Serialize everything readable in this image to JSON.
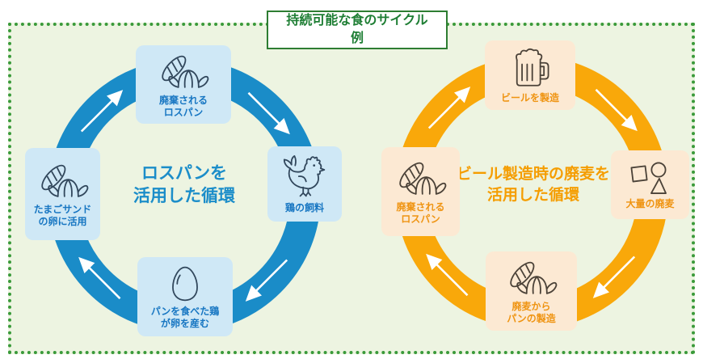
{
  "title": {
    "text": "持続可能な食のサイクル\n例"
  },
  "colors": {
    "panel_background": "#EDF4E1",
    "dotted_border_green": "#3A9A3A",
    "title_green": "#1E7E34",
    "bread_ring_blue": "#1A8CC8",
    "bread_card_blue": "#CFE8F6",
    "bread_label_blue": "#1776C2",
    "bread_center_blue": "#1B8DC9",
    "beer_ring_orange": "#F9A80A",
    "beer_card_orange": "#FCE9D3",
    "beer_label_orange": "#EF9412",
    "beer_center_orange": "#F59D00",
    "arrow_white": "#FFFFFF"
  },
  "cycles": [
    {
      "name": "bread-cycle",
      "direction": "clockwise",
      "center_label": "ロスパンを\n活用した循環",
      "ring_color": "#1A8CC8",
      "nodes": [
        {
          "icon": "bread-icon",
          "label": "廃棄される\nロスパン"
        },
        {
          "icon": "rooster-icon",
          "label": "鶏の飼料"
        },
        {
          "icon": "egg-icon",
          "label": "パンを食べた鶏\nが卵を産む"
        },
        {
          "icon": "bread-icon",
          "label": "たまごサンド\nの卵に活用"
        }
      ]
    },
    {
      "name": "beer-cycle",
      "direction": "clockwise",
      "center_label": "ビール製造時の廃麦を\n活用した循環",
      "ring_color": "#F9A80A",
      "nodes": [
        {
          "icon": "beer-icon",
          "label": "ビールを製造"
        },
        {
          "icon": "shapes-icon",
          "label": "大量の廃麦"
        },
        {
          "icon": "bread-icon",
          "label": "廃麦から\nパンの製造"
        },
        {
          "icon": "bread-icon",
          "label": "廃棄される\nロスパン"
        }
      ]
    }
  ]
}
